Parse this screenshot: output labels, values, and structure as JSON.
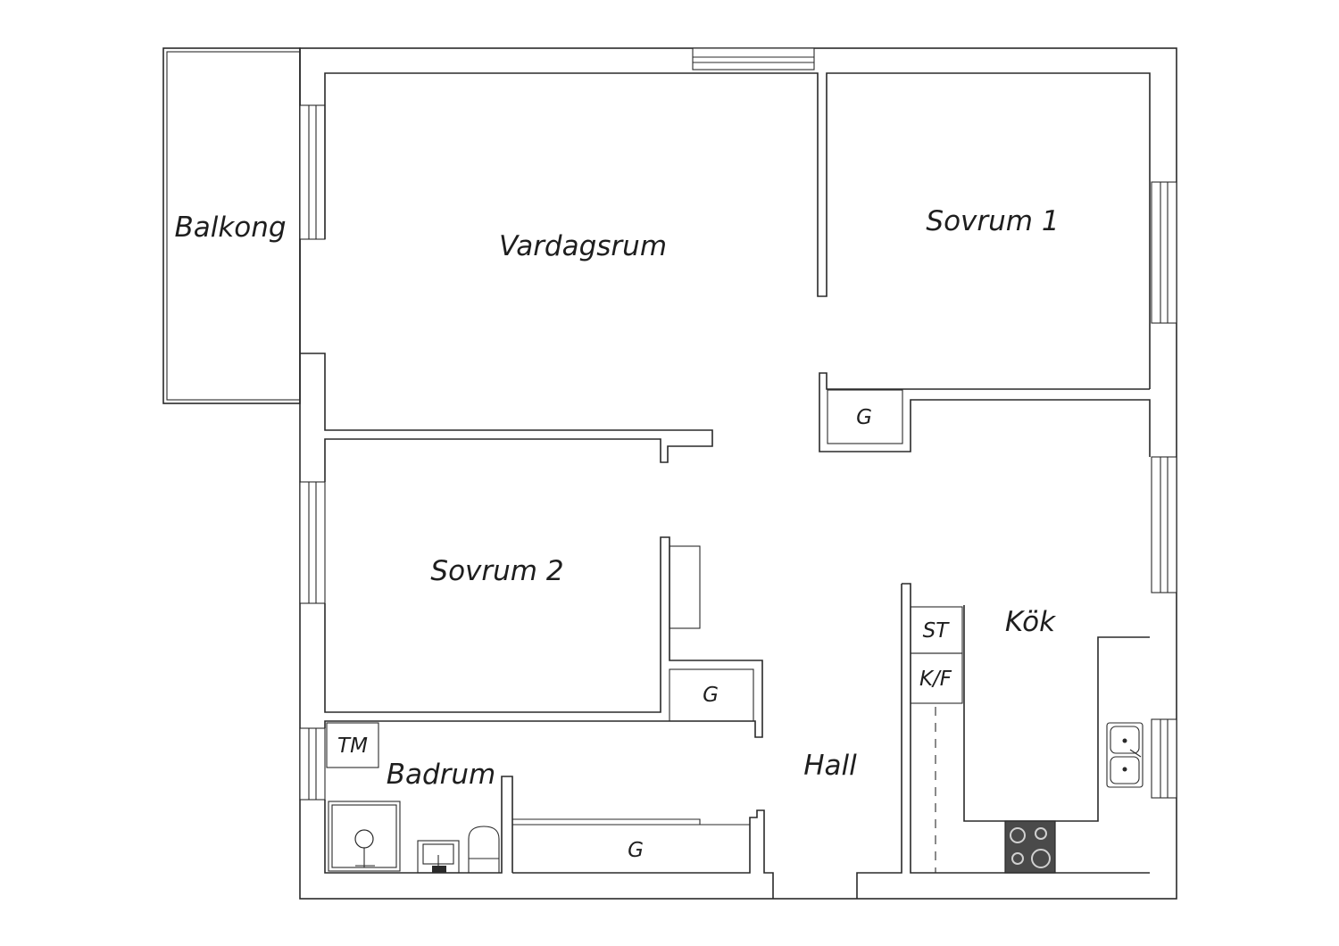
{
  "rooms": {
    "balkong": "Balkong",
    "vardagsrum": "Vardagsrum",
    "sovrum1": "Sovrum 1",
    "sovrum2": "Sovrum 2",
    "kok": "Kök",
    "hall": "Hall",
    "badrum": "Badrum"
  },
  "fixtures": {
    "garderob_1": "G",
    "garderob_2": "G",
    "garderob_3": "G",
    "tvattmaskin": "TM",
    "stove_tall": "ST",
    "kyl_frys": "K/F"
  },
  "colors": {
    "line": "#2a2a2a",
    "background": "#ffffff",
    "stove": "#4a4a4a"
  }
}
